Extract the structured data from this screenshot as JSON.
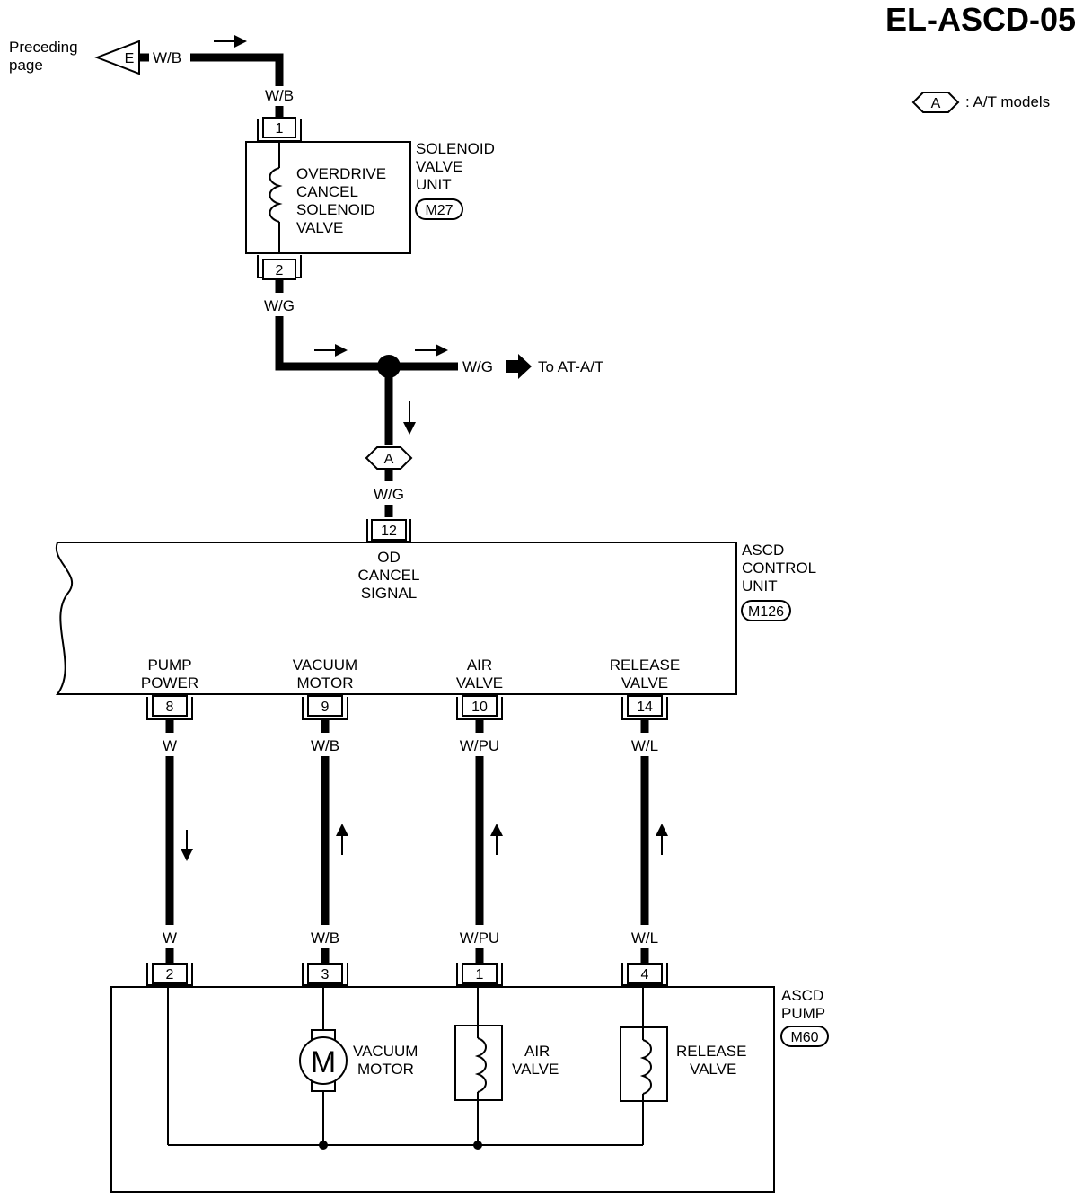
{
  "page_code": "EL-ASCD-05",
  "legend": {
    "symbol": "A",
    "text": ": A/T models"
  },
  "offpage_in": {
    "label_line1": "Preceding",
    "label_line2": "page",
    "connector": "E",
    "wire": "W/B"
  },
  "solenoid_valve_unit": {
    "name_lines": [
      "SOLENOID",
      "VALVE",
      "UNIT"
    ],
    "connector_id": "M27",
    "component_lines": [
      "OVERDRIVE",
      "CANCEL",
      "SOLENOID",
      "VALVE"
    ],
    "pin_top": "1",
    "pin_bottom": "2",
    "wire_top": "W/B",
    "wire_bottom": "W/G"
  },
  "branch": {
    "wire": "W/G",
    "destination": "To AT-A/T"
  },
  "option_marker": {
    "symbol": "A",
    "wire": "W/G"
  },
  "control_unit": {
    "name_lines": [
      "ASCD",
      "CONTROL",
      "UNIT"
    ],
    "connector_id": "M126",
    "od_pin": "12",
    "od_label_lines": [
      "OD",
      "CANCEL",
      "SIGNAL"
    ],
    "terminals": [
      {
        "label_lines": [
          "PUMP",
          "POWER"
        ],
        "pin": "8",
        "wire": "W",
        "pump_pin": "2",
        "flow": "down"
      },
      {
        "label_lines": [
          "VACUUM",
          "MOTOR"
        ],
        "pin": "9",
        "wire": "W/B",
        "pump_pin": "3",
        "flow": "up"
      },
      {
        "label_lines": [
          "AIR",
          "VALVE"
        ],
        "pin": "10",
        "wire": "W/PU",
        "pump_pin": "1",
        "flow": "up"
      },
      {
        "label_lines": [
          "RELEASE",
          "VALVE"
        ],
        "pin": "14",
        "wire": "W/L",
        "pump_pin": "4",
        "flow": "up"
      }
    ]
  },
  "pump": {
    "name_lines": [
      "ASCD",
      "PUMP"
    ],
    "connector_id": "M60",
    "motor_symbol": "M",
    "components": [
      {
        "label_lines": [
          "VACUUM",
          "MOTOR"
        ]
      },
      {
        "label_lines": [
          "AIR",
          "VALVE"
        ]
      },
      {
        "label_lines": [
          "RELEASE",
          "VALVE"
        ]
      }
    ]
  }
}
